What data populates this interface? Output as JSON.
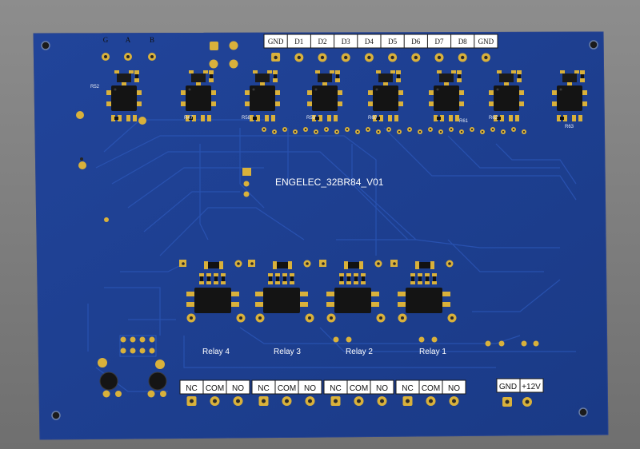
{
  "board": {
    "name": "ENGELEC_32BR84_V01",
    "board_color": "#1f3f8f",
    "silk_color": "#ffffff",
    "pad_color": "#d9b13b"
  },
  "bus_header": {
    "letters": [
      "G",
      "A",
      "B"
    ]
  },
  "input_header": {
    "labels": [
      "GND",
      "D1",
      "D2",
      "D3",
      "D4",
      "D5",
      "D6",
      "D7",
      "D8",
      "GND"
    ]
  },
  "designators": [
    "R52",
    "R47",
    "R58",
    "R59",
    "R60",
    "R61",
    "R62",
    "R63"
  ],
  "relays": [
    {
      "label": "Relay 4"
    },
    {
      "label": "Relay 3"
    },
    {
      "label": "Relay 2"
    },
    {
      "label": "Relay 1"
    }
  ],
  "terminal_blocks": [
    {
      "labels": [
        "NC",
        "COM",
        "NO"
      ]
    },
    {
      "labels": [
        "NC",
        "COM",
        "NO"
      ]
    },
    {
      "labels": [
        "NC",
        "COM",
        "NO"
      ]
    },
    {
      "labels": [
        "NC",
        "COM",
        "NO"
      ]
    }
  ],
  "power_terminal": {
    "labels": [
      "GND",
      "+12V"
    ]
  }
}
